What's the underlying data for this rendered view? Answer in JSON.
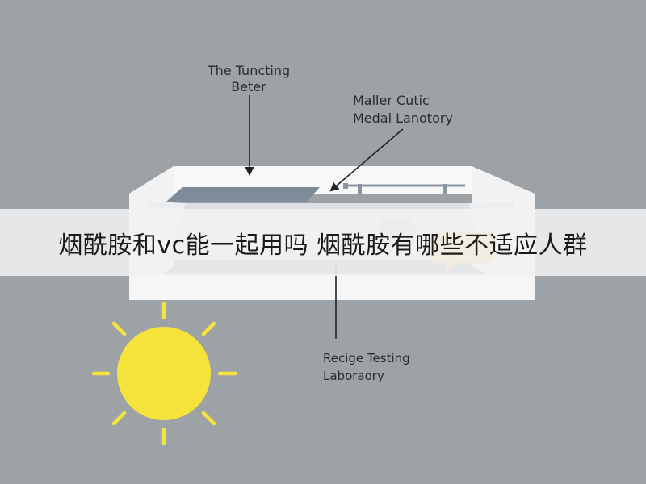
{
  "labels": {
    "top_left": [
      "The Tuncting",
      "Beter"
    ],
    "top_right": [
      "Maller Cutic",
      "Medal Lanotory"
    ],
    "bottom": [
      "Recige Testing",
      "Laboraory"
    ]
  },
  "banner": {
    "title": "烟酰胺和vc能一起用吗 烟酰胺有哪些不适应人群"
  },
  "colors": {
    "background": "#9da2a7",
    "box": "#ffffff",
    "panel": "#7f8b98",
    "sun": "#f5e23a",
    "arrow": "#222222",
    "speech_bubble": "#f6c87c"
  },
  "icons": [
    "sun-icon",
    "speech-bubble-icon",
    "plug-icon"
  ]
}
